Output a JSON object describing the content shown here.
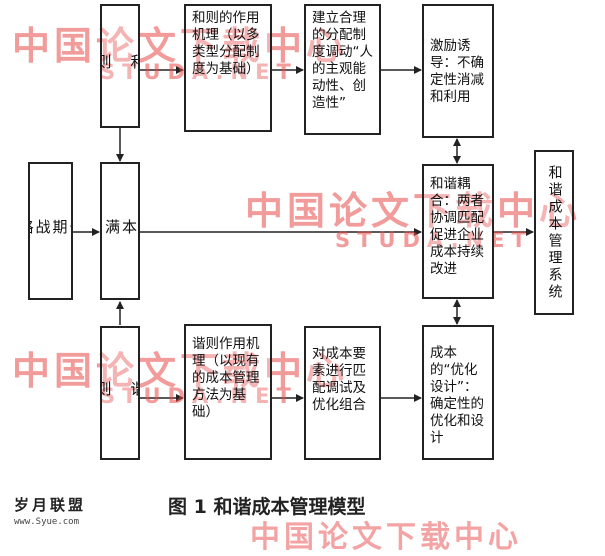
{
  "boxes": {
    "harmony_principle": "和\n\n则",
    "harmony_mechanism": "和则的作用机理（以多类型分配制度为基础）",
    "distribution_system": "建立合理的分配制度调动“人的主观能动性、创造性”",
    "incentive": "激励诱导：不确定性消减和利用",
    "long_term_strategy": "长\n期\n战\n略",
    "cost_satisfaction": "成\n本\n满\n意",
    "coupling": "和谐耦合：两者协调匹配促进企业成本持续改进",
    "system": "和谐成本管理系统",
    "xie_principle": "谐\n\n则",
    "xie_mechanism": "谐则作用机理（以现有的成本管理方法为基础）",
    "element_match": "对成本要素进行匹配调试及优化组合",
    "optimal_design": "成本的“优化设计”：确定性的优化和设计"
  },
  "watermark": {
    "cn": "中国论文下载中心",
    "en": "STUDA.NET",
    "logo_cn": "岁月联盟",
    "logo_en": "www.Syue.com"
  },
  "caption": "图 1 和谐成本管理模型"
}
